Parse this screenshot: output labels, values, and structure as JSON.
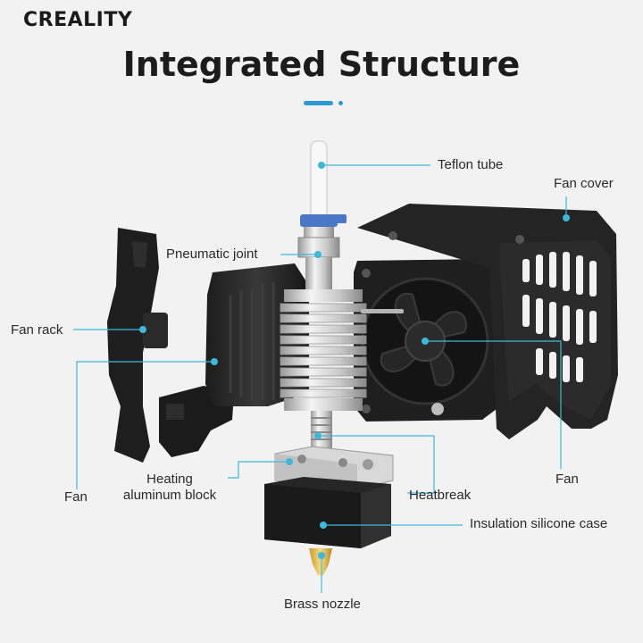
{
  "brand": "CREALITY",
  "title": "Integrated Structure",
  "accent_color": "#2c9ad6",
  "callout_color": "#3fb8d8",
  "labels": {
    "teflon_tube": "Teflon tube",
    "fan_cover": "Fan cover",
    "pneumatic_joint": "Pneumatic joint",
    "fan_rack": "Fan rack",
    "fan_left": "Fan",
    "heating_block_line1": "Heating",
    "heating_block_line2": "aluminum block",
    "heatbreak": "Heatbreak",
    "fan_right": "Fan",
    "insulation_case": "Insulation silicone case",
    "brass_nozzle": "Brass nozzle"
  }
}
